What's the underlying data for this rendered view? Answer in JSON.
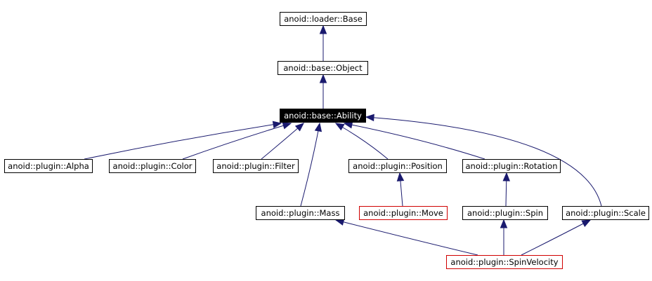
{
  "nodes": {
    "loader_base": "anoid::loader::Base",
    "base_object": "anoid::base::Object",
    "base_ability": "anoid::base::Ability",
    "plugin_alpha": "anoid::plugin::Alpha",
    "plugin_color": "anoid::plugin::Color",
    "plugin_filter": "anoid::plugin::Filter",
    "plugin_position": "anoid::plugin::Position",
    "plugin_rotation": "anoid::plugin::Rotation",
    "plugin_mass": "anoid::plugin::Mass",
    "plugin_move": "anoid::plugin::Move",
    "plugin_spin": "anoid::plugin::Spin",
    "plugin_scale": "anoid::plugin::Scale",
    "plugin_spinvelocity": "anoid::plugin::SpinVelocity"
  },
  "colors": {
    "edge": "#1a1a6e",
    "border": "#000000",
    "undocumented_border": "#d00000",
    "selected_fill": "#000000",
    "selected_text": "#ffffff"
  },
  "edges": [
    {
      "from": "base_object",
      "to": "loader_base"
    },
    {
      "from": "base_ability",
      "to": "base_object"
    },
    {
      "from": "plugin_alpha",
      "to": "base_ability"
    },
    {
      "from": "plugin_color",
      "to": "base_ability"
    },
    {
      "from": "plugin_filter",
      "to": "base_ability"
    },
    {
      "from": "plugin_mass",
      "to": "base_ability"
    },
    {
      "from": "plugin_position",
      "to": "base_ability"
    },
    {
      "from": "plugin_rotation",
      "to": "base_ability"
    },
    {
      "from": "plugin_scale",
      "to": "base_ability"
    },
    {
      "from": "plugin_move",
      "to": "plugin_position"
    },
    {
      "from": "plugin_spin",
      "to": "plugin_rotation"
    },
    {
      "from": "plugin_spinvelocity",
      "to": "plugin_mass"
    },
    {
      "from": "plugin_spinvelocity",
      "to": "plugin_spin"
    },
    {
      "from": "plugin_spinvelocity",
      "to": "plugin_scale"
    }
  ]
}
